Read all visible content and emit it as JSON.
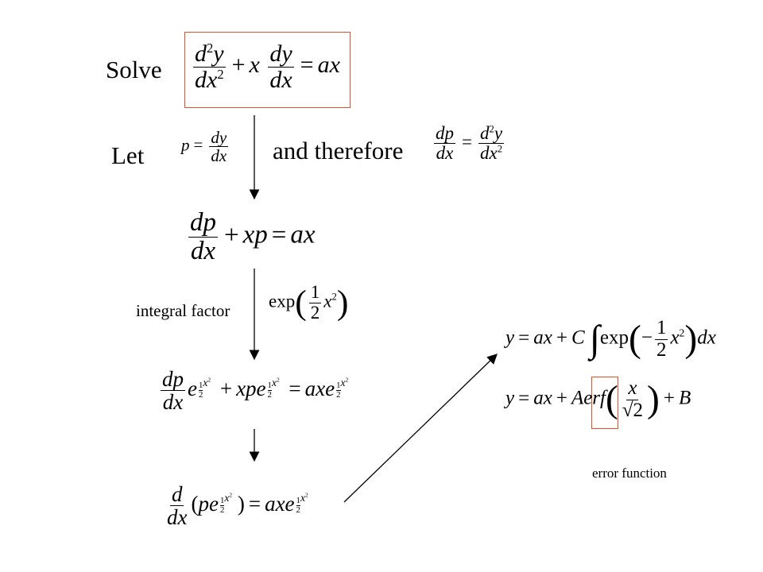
{
  "labels": {
    "solve": "Solve",
    "let": "Let",
    "and_therefore": "and therefore",
    "integral_factor": "integral factor",
    "error_function": "error function"
  },
  "colors": {
    "highlight_box": "#e0502a"
  }
}
